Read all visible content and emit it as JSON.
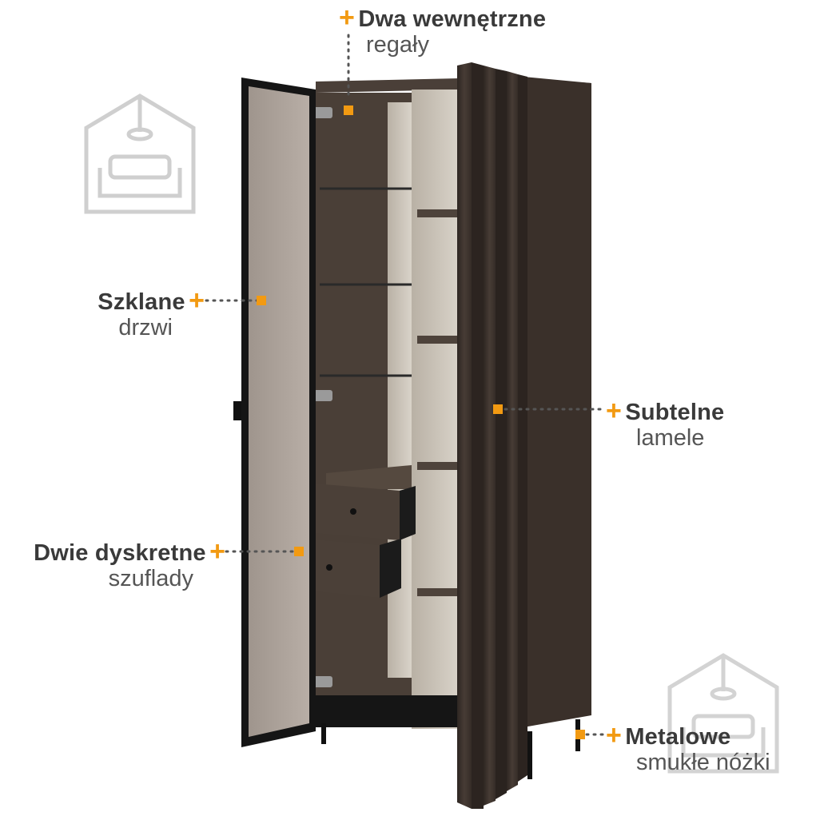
{
  "labels": {
    "shelves": {
      "title": "Dwa wewnętrzne",
      "sub": "regały"
    },
    "glass": {
      "title": "Szklane",
      "sub": "drzwi"
    },
    "slats": {
      "title": "Subtelne",
      "sub": "lamele"
    },
    "drawers": {
      "title": "Dwie dyskretne",
      "sub": "szuflady"
    },
    "legs": {
      "title": "Metalowe",
      "sub": "smukłe nóżki"
    }
  },
  "colors": {
    "accent": "#f29a12",
    "wood": "#3d342e",
    "interior": "#cbc4b9",
    "frame": "#1c1c1c",
    "logo": "#c8c8c8"
  },
  "icons": [
    "plus-icon",
    "house-sofa-logo"
  ]
}
